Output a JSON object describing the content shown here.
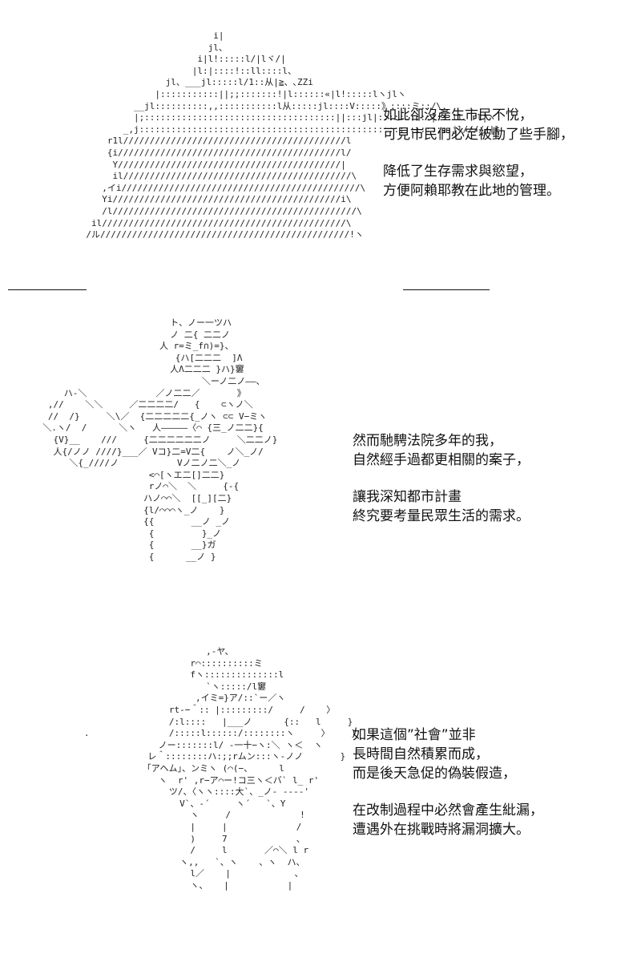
{
  "panels": [
    {
      "art": [
        "                                       i|",
        "                                      jl、",
        "                                    i|l!:::::l/|lヾ/|",
        "                                   |l:|::::!::ll::::l、",
        "                              jl、___jl:::::l/1::从|≧、､ZZi",
        "                            |:::::::::::||;;:::::::!|l::::::«|l!:::::lヽjlヽ",
        "                        __jl::::::::::,,:::::::::::l从:::::jl::::V:::::》::::ミ::/\\",
        "                        |;::::::::::::::::::::::::::::::::::::||:::jl|::::::::::|:::ll、rl|ヽ",
        "                      _,j:::::::::::::::::::::::::::::::::::::::::::::::::::::::::::jl/////|l",
        "                   r1l//////////////////////////////////////////l",
        "                   {i//////////////////////////////////////////l/",
        "                    Y//////////////////////////////////////////|",
        "                    il///////////////////////////////////////////\\",
        "                  ,イi/////////////////////////////////////////////\\",
        "                  Yi///////////////////////////////////////////i\\",
        "                  /l//////////////////////////////////////////////\\",
        "                il//////////////////////////////////////////////\\",
        "               /ル///////////////////////////////////////////////!ヽ"
      ],
      "text": [
        "如此卻沒產生市民不悅，",
        "可見市民們必定被動了些手腳，",
        "",
        "降低了生存需求與慾望，",
        "方便阿賴耶教在此地的管理。"
      ]
    },
    {
      "art": [
        "                          ト、ノー一ツハ",
        "                          ノ 二{ 二二ノ",
        "                        人 r=ミ_f∩)=}、",
        "                           {ハ[二二二  ]Λ",
        "                          人Λ二二二 }ハ}窶",
        "                                ＼ーノ二ノ——、",
        "      ハ-＼             ／ノ二二／       》",
        "   ,//    ＼＼     ／二二二二/   {    ⊂ヽノ＼",
        "   //  /}     ＼\\／  {二二二二二{_ノヽ ⊂⊂ V−ミヽ",
        "  ＼.ヽ/  /      ＼ヽ   人—————〈⌒ {三_ノ二二}{",
        "    {V}__    ///     {二二二二二二ノ     ＼二二ノ}",
        "    人{/ノノ ////}___／ Vコ}二=V二{    ノ＼_ノ/",
        "       ＼{_////ノ           Vノ二ノ二＼_ノ",
        "                      <⌒[ヽエ二[]二二}",
        "                      rノ⌒＼  ＼     {-{",
        "                     ハノ⌒⌒＼  [[_][二}",
        "                     {l/⌒⌒⌒ヽ_ノ    }",
        "                     {{       __ノ _ノ",
        "                      {         }_ノ",
        "                      {       __}ガ",
        "                      {      __ノ }"
      ],
      "text": [
        "然而馳騁法院多年的我，",
        "自然經手過都更相關的案子，",
        "",
        "讓我深知都市計畫",
        "終究要考量民眾生活的需求。"
      ]
    },
    {
      "art": [
        "                          ,-ヤ、",
        "                       r⌒::::::::::ミ",
        "                       fヽ::::::::::::::l",
        "                          `ヽ:::::/l窶",
        "                        ,イミ=}ア/::`ー／ヽ",
        "                   rt-−＾:: |:::::::::/     /    〉",
        "                   /:l::::   |___ノ      {::   l     }",
        "   .               /:::::l::::::/::::::::ヽ     〉    }",
        "                 ノー:::::::l/ -一十−ヽ:＼ ヽ＜  ヽ",
        "               レ＾::::::::ハ:;;rムン:::ヽ-ノノ       }",
        "              「アヘム」、ンミヽ (⌒(−、     l",
        "                 ヽ  r' ,r−ア⌒ー!コ三ヽ＜バ` l_ r'",
        "                   ツ/、〈ヽヽ::::大`、_ノ- ‐‐‐‐'",
        "                     V`、‐´     ヽ´   `、Y",
        "                       ヽ     /             !",
        "                       |     |             /",
        "                       )     7             、",
        "                       /     l       ／⌒＼ l r",
        "                     ヽ,,   `、ヽ    、ヽ  ハ、",
        "                       l／    |            、",
        "                       ヽ、   |           |"
      ],
      "text": [
        "如果這個”社會”並非",
        "長時間自然積累而成，",
        "而是後天急促的偽裝假造，",
        "",
        "在改制過程中必然會產生紕漏，",
        "遭遇外在挑戰時將漏洞擴大。"
      ]
    }
  ]
}
